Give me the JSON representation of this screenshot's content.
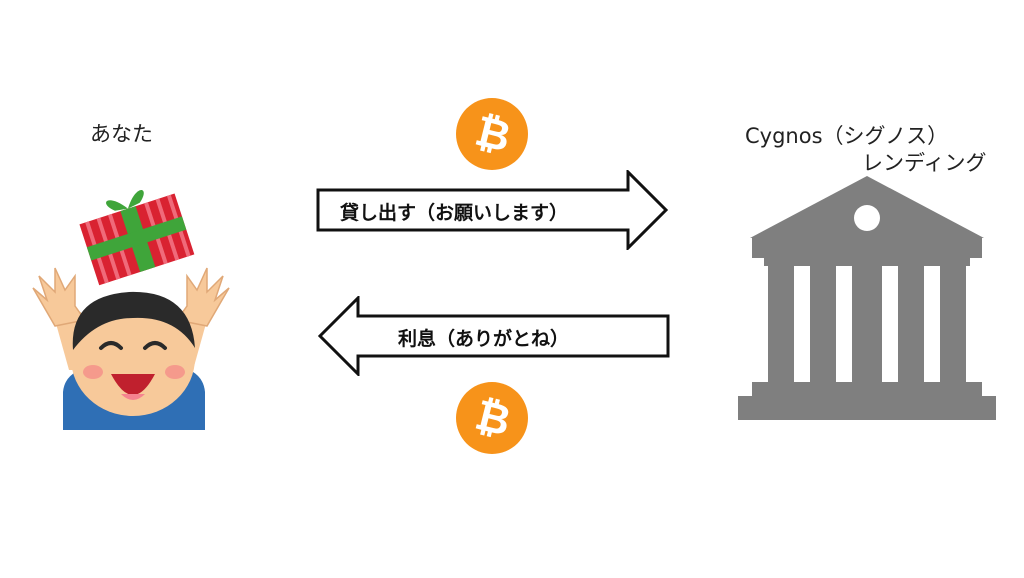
{
  "left_party": {
    "label": "あなた",
    "icon": "child-with-gift-icon"
  },
  "right_party": {
    "label_line1": "Cygnos（シグノス）",
    "label_line2": "レンディング",
    "icon": "bank-building-icon"
  },
  "arrow_top": {
    "text": "貸し出す（お願いします）",
    "direction": "right"
  },
  "arrow_bottom": {
    "text": "利息（ありがとね）",
    "direction": "left"
  },
  "coin_top": {
    "icon": "bitcoin-icon",
    "symbol": "₿",
    "color": "#F7931A"
  },
  "coin_bottom": {
    "icon": "bitcoin-icon",
    "symbol": "₿",
    "color": "#F7931A"
  },
  "colors": {
    "bank": "#7F7F7F",
    "coin": "#F7931A"
  }
}
